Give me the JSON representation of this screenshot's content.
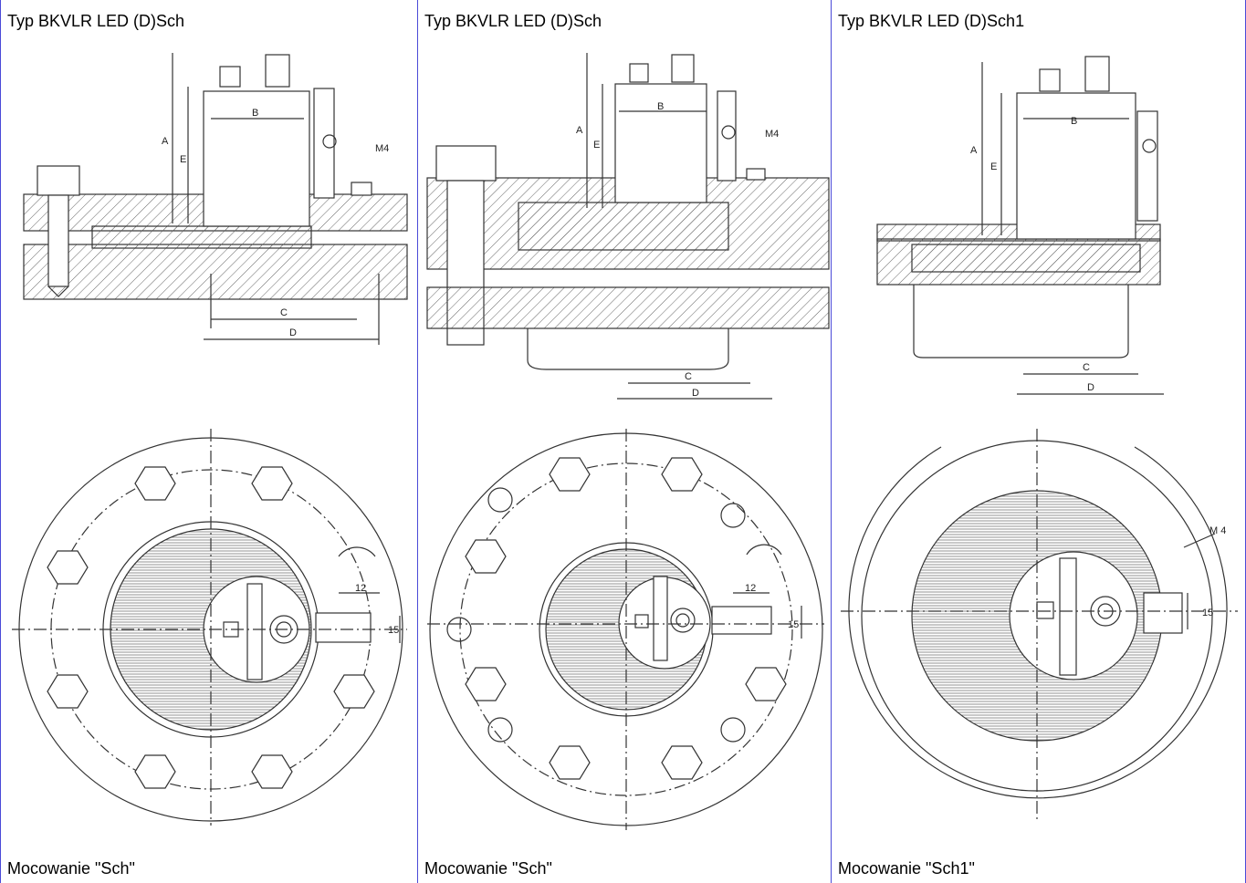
{
  "cells": [
    {
      "title": "Typ BKVLR LED (D)Sch",
      "caption": "Mocowanie \"Sch\"",
      "labels": {
        "a": "A",
        "b": "B",
        "c": "C",
        "d": "D",
        "e": "E",
        "m4": "M4",
        "dim12": "12",
        "dim15": "15"
      }
    },
    {
      "title": "Typ BKVLR LED (D)Sch",
      "caption": "Mocowanie \"Sch\"",
      "labels": {
        "a": "A",
        "b": "B",
        "c": "C",
        "d": "D",
        "e": "E",
        "m4": "M4",
        "dim12": "12",
        "dim15": "15"
      }
    },
    {
      "title": "Typ BKVLR LED (D)Sch1",
      "caption": "Mocowanie \"Sch1\"",
      "labels": {
        "a": "A",
        "b": "B",
        "c": "C",
        "d": "D",
        "e": "E",
        "m4": "M 4",
        "dim15": "15"
      }
    }
  ]
}
